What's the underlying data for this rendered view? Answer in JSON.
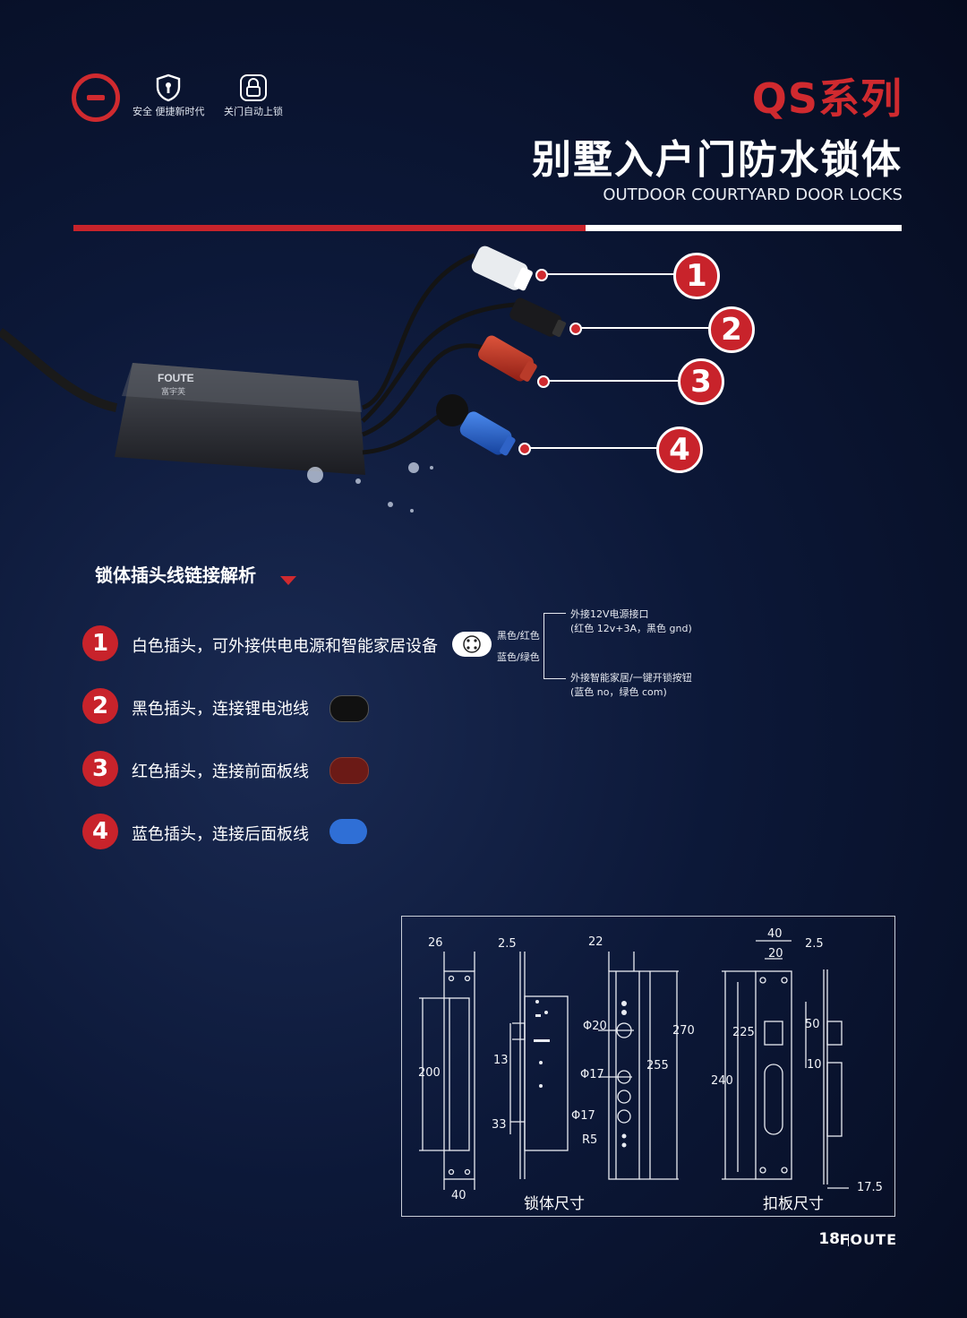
{
  "header": {
    "feature_1": "安全 便捷新时代",
    "feature_2": "关门自动上锁",
    "series": "QS系列",
    "title": "别墅入户门防水锁体",
    "subtitle": "OUTDOOR COURTYARD DOOR LOCKS"
  },
  "product": {
    "brand_en": "FOUTE",
    "brand_cn": "富宇芙",
    "callouts": [
      "1",
      "2",
      "3",
      "4"
    ]
  },
  "section": {
    "title": "锁体插头线链接解析",
    "items": [
      {
        "num": "1",
        "text": "白色插头，可外接供电电源和智能家居设备",
        "color": "#ffffff"
      },
      {
        "num": "2",
        "text": "黑色插头，连接锂电池线",
        "color": "#111111"
      },
      {
        "num": "3",
        "text": "红色插头，连接前面板线",
        "color": "#6b1a16"
      },
      {
        "num": "4",
        "text": "蓝色插头，连接后面板线",
        "color": "#2f6fd6"
      }
    ],
    "wiring": {
      "label_a": "黑色/红色",
      "label_b": "蓝色/绿色",
      "note_top_1": "外接12V电源接口",
      "note_top_2": "(红色 12v+3A，黑色 gnd)",
      "note_bottom_1": "外接智能家居/一键开锁按钮",
      "note_bottom_2": "(蓝色 no，绿色 com)"
    }
  },
  "dimensions": {
    "lock_caption": "锁体尺寸",
    "strike_caption": "扣板尺寸",
    "d26": "26",
    "d2_5a": "2.5",
    "d22": "22",
    "d40top": "40",
    "d20": "20",
    "d2_5b": "2.5",
    "d270": "270",
    "d225": "225",
    "d50": "50",
    "d255": "255",
    "d240": "240",
    "d10": "10",
    "d200": "200",
    "d13": "13",
    "d33": "33",
    "d40b": "40",
    "d17_5": "17.5",
    "phi20": "Φ20",
    "phi17a": "Φ17",
    "phi17b": "Φ17",
    "r5": "R5"
  },
  "footer": {
    "page": "18",
    "brand": "FOUTE"
  }
}
